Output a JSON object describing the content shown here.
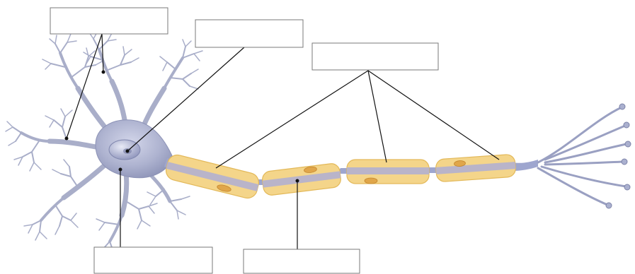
{
  "labels": [
    {
      "id": "dendrites",
      "text": ""
    },
    {
      "id": "nucleus",
      "text": ""
    },
    {
      "id": "myelin-sheath",
      "text": ""
    },
    {
      "id": "cell-body",
      "text": ""
    },
    {
      "id": "axon",
      "text": ""
    }
  ],
  "colors": {
    "neuron_body": "#a9aec9",
    "myelin": "#f4d58a",
    "axon": "#b9b4c9",
    "leader_lines": "#111111"
  }
}
